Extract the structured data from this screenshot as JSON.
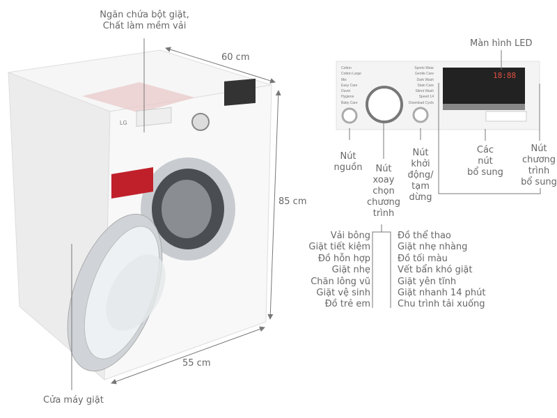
{
  "labels": {
    "detergent_drawer": [
      "Ngăn chứa bột giặt,",
      "Chất làm mềm vải"
    ],
    "depth": "60 cm",
    "height": "85 cm",
    "width": "55 cm",
    "door": "Cửa máy giặt",
    "led_screen": "Màn hình LED",
    "power_button": [
      "Nút",
      "nguồn"
    ],
    "program_dial": [
      "Nút",
      "xoay",
      "chọn",
      "chương",
      "trình"
    ],
    "start_pause_button": [
      "Nút",
      "khởi",
      "động/",
      "tạm",
      "dừng"
    ],
    "extra_buttons": [
      "Các",
      "nút",
      "bổ sung"
    ],
    "extra_program_button": [
      "Nút",
      "chương",
      "trình",
      "bổ sung"
    ]
  },
  "programs_left": [
    "Vải bông",
    "Giặt tiết kiệm",
    "Đồ hỗn hợp",
    "Giặt nhẹ",
    "Chăn lông vũ",
    "Giặt vệ sinh",
    "Đồ trẻ em"
  ],
  "programs_right": [
    "Đồ thể thao",
    "Giặt nhẹ nhàng",
    "Đồ tối màu",
    "Vết bẩn khó giặt",
    "Giặt yên tĩnh",
    "Giặt nhanh 14 phút",
    "Chu trình tải xuống"
  ],
  "panel": {
    "left_programs": [
      "Cotton",
      "Cotton Large",
      "Mix",
      "Easy Care",
      "Duvet",
      "Hygiene",
      "Baby Care"
    ],
    "right_programs": [
      "Sports Wear",
      "Gentle Care",
      "Dark Wash",
      "Stain Care",
      "Silent Wash",
      "Speed 14",
      "Download Cycle"
    ],
    "display": "18:88",
    "brand": "LG"
  },
  "colors": {
    "text": "#666666",
    "line": "#777777",
    "machine_body": "#f2f2f2",
    "door_ring": "#c8ccd0"
  }
}
